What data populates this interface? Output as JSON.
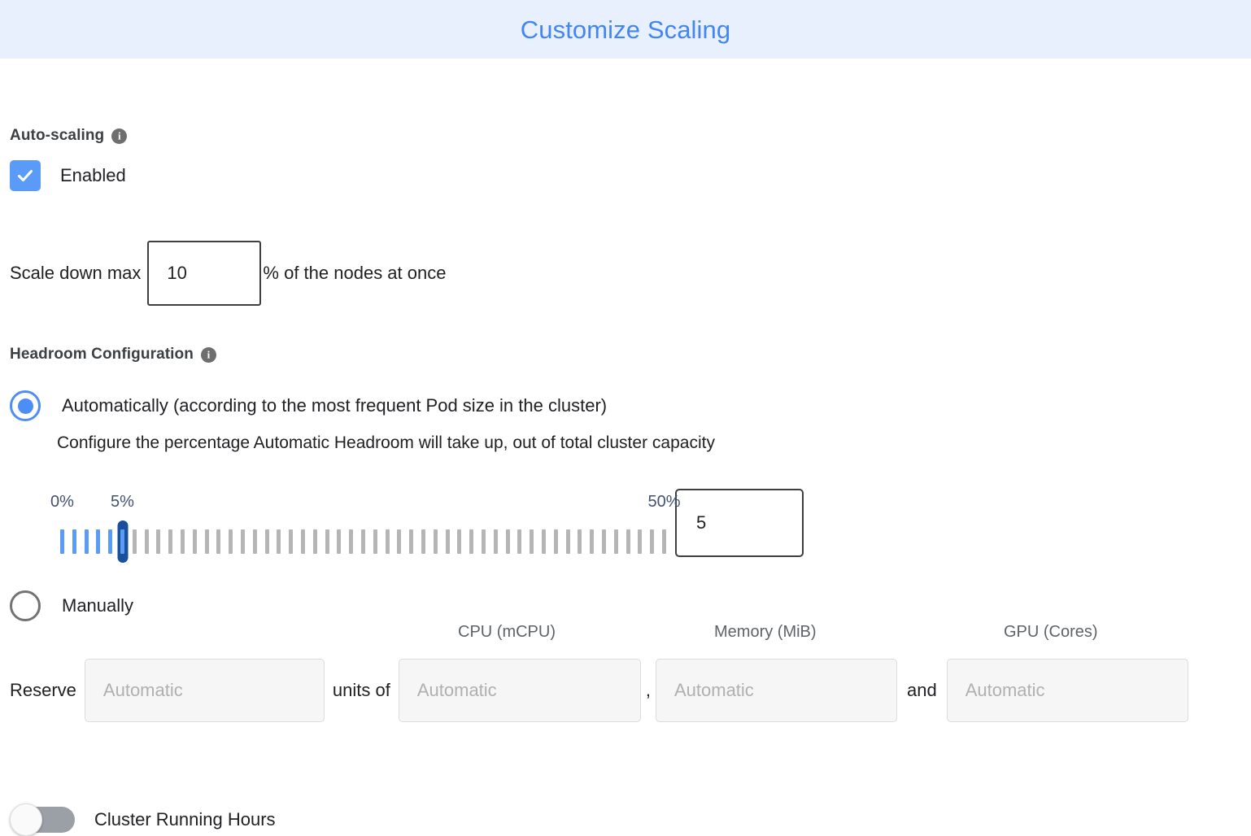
{
  "header": {
    "title": "Customize Scaling",
    "background_color": "#e9f0fd",
    "title_color": "#4286f5"
  },
  "auto_scaling": {
    "section_label": "Auto-scaling",
    "info_icon": "info-icon",
    "info_glyph": "i",
    "checkbox": {
      "label": "Enabled",
      "checked": true,
      "color": "#5b9bf8"
    },
    "scale_down": {
      "prefix_label": "Scale down max",
      "value": "10",
      "suffix_label": "% of the nodes at once"
    }
  },
  "headroom": {
    "section_label": "Headroom Configuration",
    "info_icon": "info-icon",
    "info_glyph": "i",
    "option_automatic": {
      "label": "Automatically (according to the most frequent Pod size in the cluster)",
      "selected": true,
      "help_text": "Configure the percentage Automatic Headroom will take up, out of total cluster capacity"
    },
    "option_manual": {
      "label": "Manually",
      "selected": false
    },
    "slider": {
      "min": 0,
      "max": 50,
      "value": 5,
      "tick_count": 51,
      "value_text": "5",
      "active_color": "#5b9bf8",
      "inactive_color": "#b5b5b5",
      "thumb_color": "#1a4f9c",
      "label_color": "#44526e",
      "scale_labels": [
        {
          "text": "0%",
          "value": 0
        },
        {
          "text": "5%",
          "value": 5
        },
        {
          "text": "50%",
          "value": 50
        }
      ]
    },
    "reserve": {
      "row_label": "Reserve",
      "connector_units_of": "units of",
      "connector_comma": ",",
      "connector_and": "and",
      "columns": [
        {
          "header": "",
          "placeholder": "Automatic",
          "value": "",
          "name": "units"
        },
        {
          "header": "CPU (mCPU)",
          "placeholder": "Automatic",
          "value": "",
          "name": "cpu"
        },
        {
          "header": "Memory (MiB)",
          "placeholder": "Automatic",
          "value": "",
          "name": "memory"
        },
        {
          "header": "GPU (Cores)",
          "placeholder": "Automatic",
          "value": "",
          "name": "gpu"
        }
      ]
    }
  },
  "cluster_running_hours": {
    "label": "Cluster Running Hours",
    "enabled": false,
    "track_color": "#9aa0a6"
  }
}
